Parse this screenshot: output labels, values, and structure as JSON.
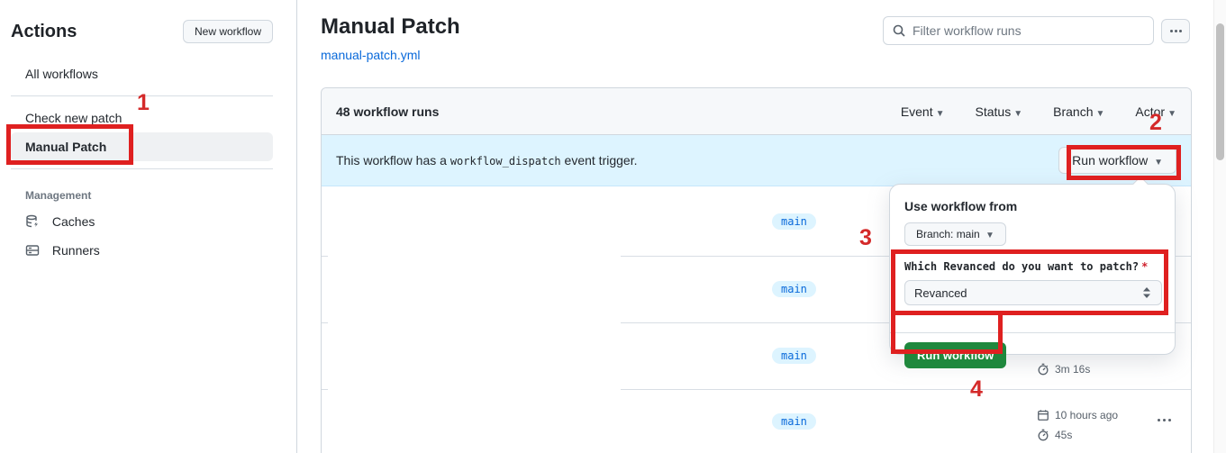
{
  "sidebar": {
    "title": "Actions",
    "new_workflow_button": "New workflow",
    "items": [
      {
        "label": "All workflows"
      },
      {
        "label": "Check new patch"
      },
      {
        "label": "Manual Patch"
      }
    ],
    "management": {
      "label": "Management",
      "items": [
        {
          "label": "Caches",
          "icon": "cache-icon"
        },
        {
          "label": "Runners",
          "icon": "runners-icon"
        }
      ]
    }
  },
  "header": {
    "title": "Manual Patch",
    "workflow_file": "manual-patch.yml",
    "filter_placeholder": "Filter workflow runs",
    "more_button": "kebab-icon"
  },
  "table": {
    "runs_count": "48 workflow runs",
    "filters": [
      {
        "label": "Event"
      },
      {
        "label": "Status"
      },
      {
        "label": "Branch"
      },
      {
        "label": "Actor"
      }
    ],
    "banner": {
      "text_before": "This workflow has a ",
      "code": "workflow_dispatch",
      "text_after": " event trigger.",
      "run_workflow_button": "Run workflow"
    },
    "rows": [
      {
        "branch": "main"
      },
      {
        "branch": "main"
      },
      {
        "branch": "main",
        "duration": "3m 16s"
      },
      {
        "branch": "main",
        "time_ago": "10 hours ago",
        "duration": "45s"
      }
    ]
  },
  "popup": {
    "title": "Use workflow from",
    "branch_button": "Branch: main",
    "input_label": "Which Revanced do you want to patch?",
    "required_marker": "*",
    "select_value": "Revanced",
    "run_button": "Run workflow"
  },
  "annotations": {
    "step1": "1",
    "step2": "2",
    "step3": "3",
    "step4": "4",
    "box_color": "#df2020"
  },
  "colors": {
    "accent_blue": "#0969da",
    "banner_bg": "#ddf4ff",
    "primary_green": "#1f883d",
    "header_row_bg": "#f6f8fa",
    "border": "#d0d7de"
  }
}
